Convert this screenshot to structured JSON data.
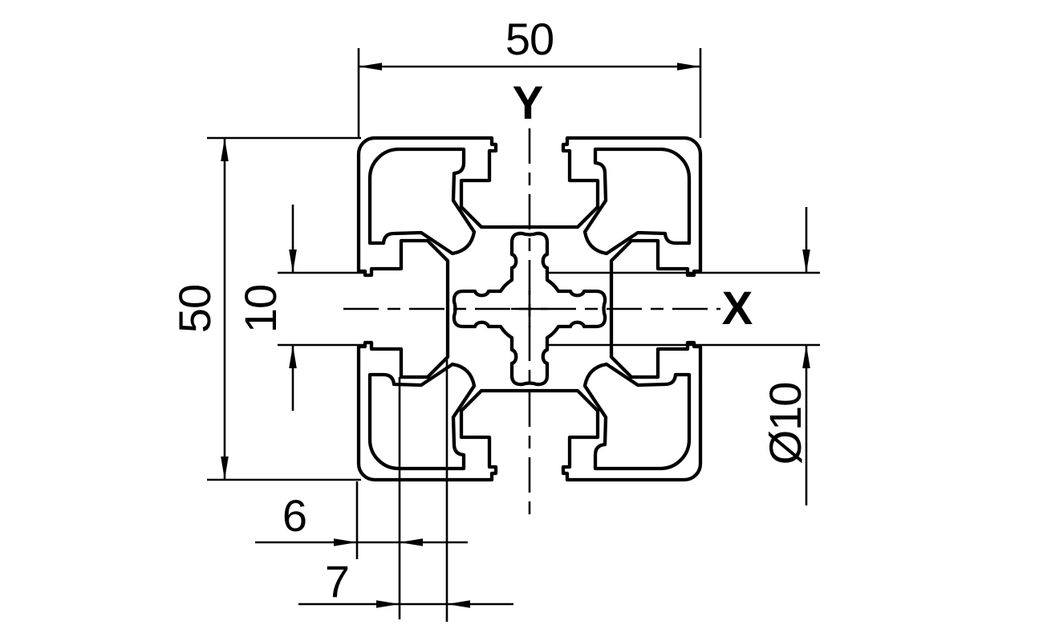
{
  "drawing": {
    "background_color": "#ffffff",
    "line_color": "#000000",
    "axes": {
      "x_label": "X",
      "y_label": "Y"
    },
    "dimensions": {
      "overall_width": "50",
      "overall_height": "50",
      "slot_opening": "10",
      "center_bore": "Ø10",
      "edge_to_slot_wall": "6",
      "slot_channel_depth": "7"
    }
  }
}
